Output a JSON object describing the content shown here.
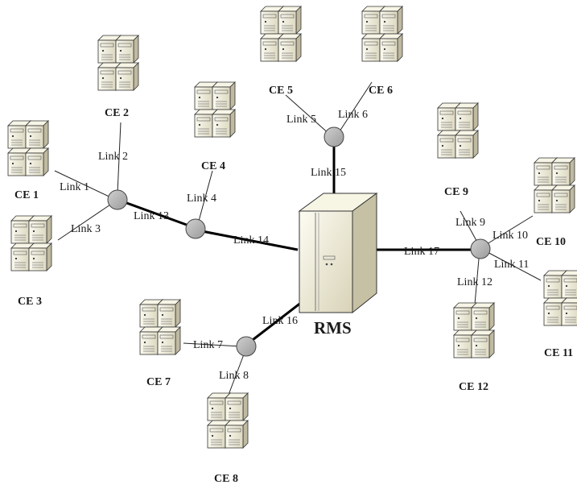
{
  "central": {
    "label": "RMS"
  },
  "clusters": [
    {
      "label": "CE 1"
    },
    {
      "label": "CE 2"
    },
    {
      "label": "CE 3"
    },
    {
      "label": "CE 4"
    },
    {
      "label": "CE 5"
    },
    {
      "label": "CE 6"
    },
    {
      "label": "CE 7"
    },
    {
      "label": "CE 8"
    },
    {
      "label": "CE 9"
    },
    {
      "label": "CE 10"
    },
    {
      "label": "CE 11"
    },
    {
      "label": "CE 12"
    }
  ],
  "links": [
    {
      "label": "Link 1"
    },
    {
      "label": "Link 2"
    },
    {
      "label": "Link 3"
    },
    {
      "label": "Link 4"
    },
    {
      "label": "Link 5"
    },
    {
      "label": "Link 6"
    },
    {
      "label": "Link 7"
    },
    {
      "label": "Link 8"
    },
    {
      "label": "Link 9"
    },
    {
      "label": "Link 10"
    },
    {
      "label": "Link 11"
    },
    {
      "label": "Link 12"
    },
    {
      "label": "Link 13"
    },
    {
      "label": "Link 14"
    },
    {
      "label": "Link 15"
    },
    {
      "label": "Link 16"
    },
    {
      "label": "Link 17"
    }
  ],
  "colors": {
    "node_fill": "#b3b3b3",
    "server_fill": "#f2efd9",
    "server_shade": "#d9d5bc",
    "line": "#000000"
  },
  "icons": {
    "cluster": "server-cluster-icon",
    "central": "rms-server-icon",
    "router": "router-node-icon"
  }
}
